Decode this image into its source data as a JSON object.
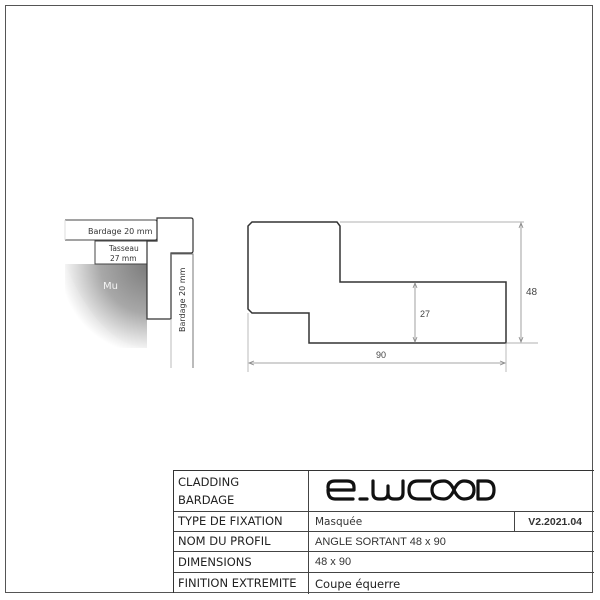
{
  "drawing": {
    "detail_sketch": {
      "top_board_label": "Bardage 20 mm",
      "batten_label_line1": "Tasseau",
      "batten_label_line2": "27 mm",
      "wall_label": "Mu",
      "side_board_label": "Bardage 20 mm"
    },
    "profile": {
      "dimension_width": "90",
      "dimension_height": "48",
      "dimension_step": "27"
    }
  },
  "title_block": {
    "logo_text": "e.WOOD",
    "rows": [
      {
        "label": "CLADDING BARDAGE",
        "label_line1": "CLADDING",
        "label_line2": "BARDAGE"
      },
      {
        "label": "TYPE DE FIXATION",
        "value": "Masquée",
        "version": "V2.2021.04"
      },
      {
        "label": "NOM DU PROFIL",
        "value": "ANGLE SORTANT 48 x 90"
      },
      {
        "label": "DIMENSIONS",
        "value": "48 x 90"
      },
      {
        "label": "FINITION EXTREMITE",
        "value": "Coupe équerre"
      }
    ]
  },
  "colors": {
    "line": "#333333",
    "dimension_line": "#888888",
    "wall_gray": "#8c8c8c",
    "border": "#555555"
  }
}
